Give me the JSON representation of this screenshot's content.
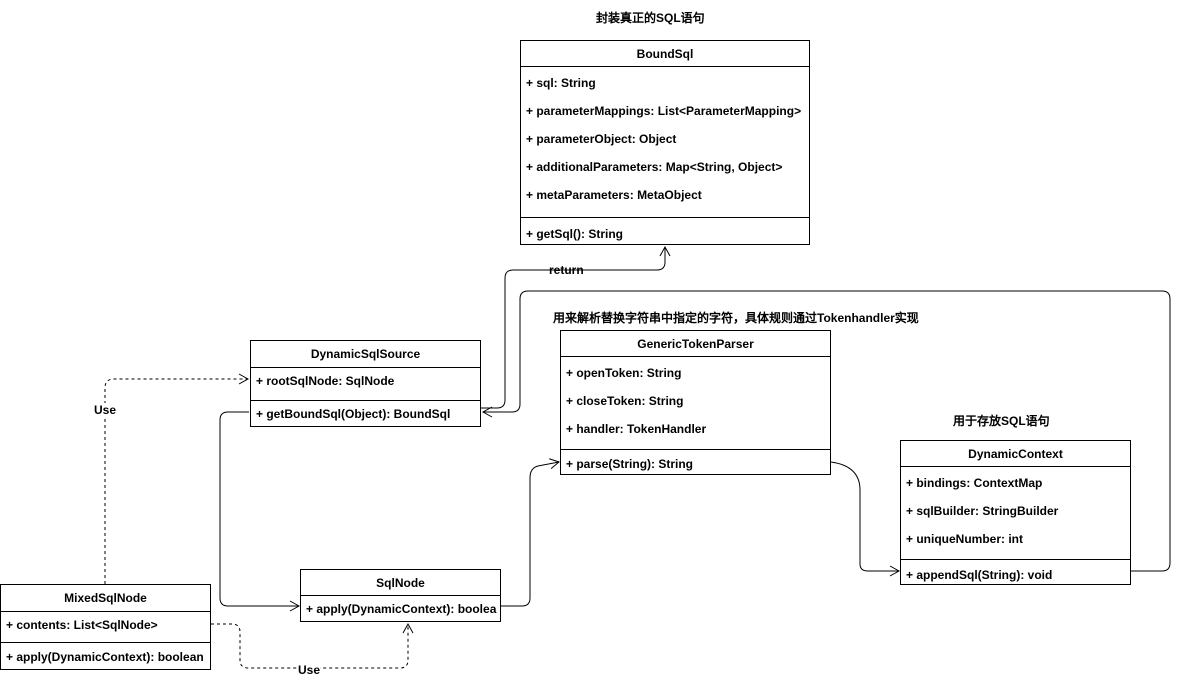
{
  "notes": {
    "boundsql": "封装真正的SQL语句",
    "parser": "用来解析替换字符串中指定的字符，具体规则通过Tokenhandler实现",
    "context": "用于存放SQL语句"
  },
  "edge_labels": {
    "return": "return",
    "use_left": "Use",
    "use_bottom": "Use"
  },
  "classes": {
    "boundsql": {
      "name": "BoundSql",
      "fields": [
        "+ sql: String",
        "+ parameterMappings: List<ParameterMapping>",
        "+ parameterObject: Object",
        "+ additionalParameters: Map<String, Object>",
        "+ metaParameters: MetaObject"
      ],
      "methods": [
        "+ getSql(): String"
      ]
    },
    "dynamicsqlsource": {
      "name": "DynamicSqlSource",
      "fields": [
        "+ rootSqlNode: SqlNode"
      ],
      "methods": [
        "+ getBoundSql(Object): BoundSql"
      ]
    },
    "generictokenparser": {
      "name": "GenericTokenParser",
      "fields": [
        "+ openToken: String",
        "+ closeToken: String",
        "+ handler: TokenHandler"
      ],
      "methods": [
        "+ parse(String): String"
      ]
    },
    "dynamiccontext": {
      "name": "DynamicContext",
      "fields": [
        "+ bindings: ContextMap",
        "+ sqlBuilder: StringBuilder",
        "+ uniqueNumber: int"
      ],
      "methods": [
        "+ appendSql(String): void"
      ]
    },
    "sqlnode": {
      "name": "SqlNode",
      "fields": [],
      "methods": [
        "+ apply(DynamicContext): boolea"
      ]
    },
    "mixedsqlnode": {
      "name": "MixedSqlNode",
      "fields": [
        "+  contents: List<SqlNode>"
      ],
      "methods": [
        "+ apply(DynamicContext): boolean"
      ]
    }
  }
}
